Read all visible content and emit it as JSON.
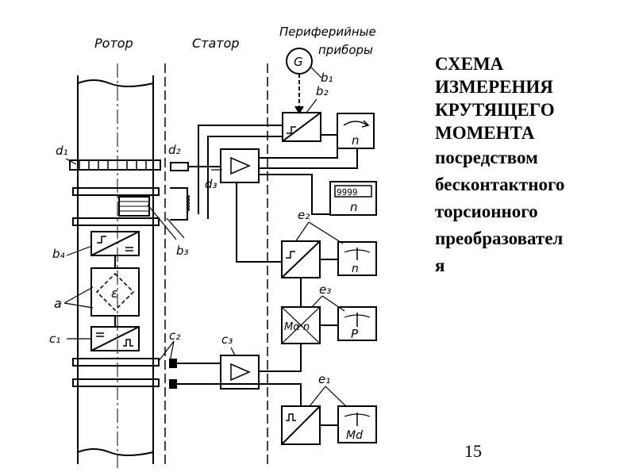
{
  "columns": {
    "rotor": "Ротор",
    "stator": "Статор",
    "peripheral_line1": "Периферийные",
    "peripheral_line2": "приборы"
  },
  "labels": {
    "d1": "d₁",
    "d2": "d₂",
    "d3": "d₃",
    "b1": "b₁",
    "b2": "b₂",
    "b3": "b₃",
    "b4": "b₄",
    "a": "a",
    "c1": "c₁",
    "c2": "c₂",
    "c3": "c₃",
    "e1": "e₁",
    "e2": "e₂",
    "e3": "e₃"
  },
  "instruments": {
    "generator": "G",
    "meter_n": "n",
    "counter_digits": "9999",
    "counter_n": "n",
    "meter2_n": "n",
    "meter_p": "P",
    "meter_md": "Md",
    "multiplier": "Mα·n",
    "bridge": "ε"
  },
  "title": {
    "heading_lines": [
      "СХЕМА",
      "ИЗМЕРЕНИЯ",
      "КРУТЯЩЕГО",
      "МОМЕНТА"
    ],
    "body_lines": [
      "посредством",
      "бесконтактного",
      "торсионного",
      "преобразовател",
      "я"
    ]
  },
  "slide_number": "15"
}
